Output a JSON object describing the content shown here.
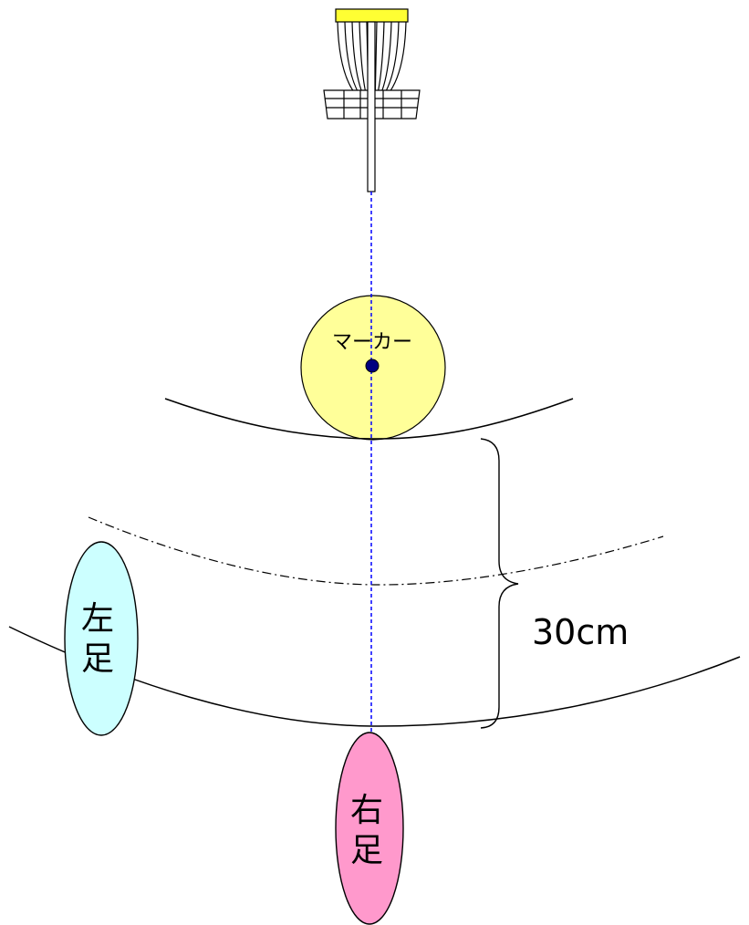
{
  "diagram": {
    "marker_label": "マーカー",
    "left_foot": [
      "左",
      "足"
    ],
    "right_foot": [
      "右",
      "足"
    ],
    "distance_label": "30cm",
    "colors": {
      "basket_rim": "#ffff33",
      "marker_fill": "#ffff99",
      "left_foot_fill": "#ccffff",
      "right_foot_fill": "#ff99cc",
      "center_line": "#0000ff",
      "marker_dot": "#000080"
    },
    "icons": [
      "disc-golf-basket-icon"
    ]
  }
}
